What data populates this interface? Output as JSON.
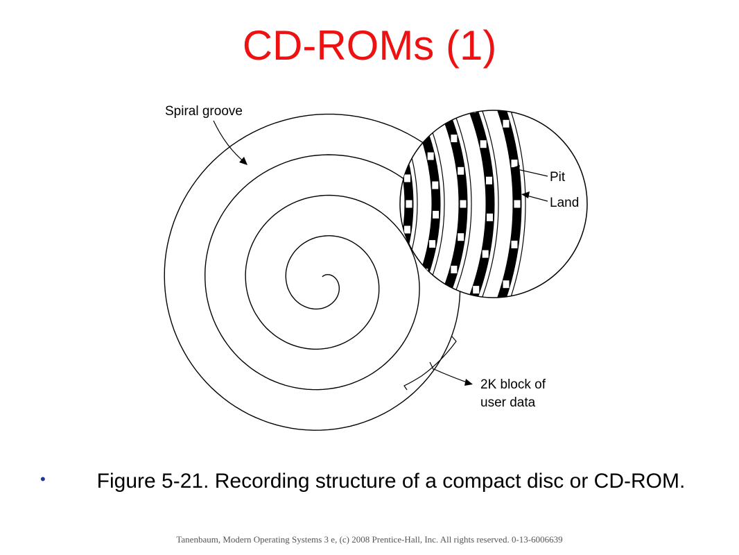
{
  "slide": {
    "title": "CD-ROMs (1)",
    "title_color": "#ee1111",
    "bullet_color": "#1f3a93"
  },
  "diagram": {
    "labels": {
      "spiral_groove": "Spiral groove",
      "pit": "Pit",
      "land": "Land",
      "block_line1": "2K block of",
      "block_line2": "user data"
    }
  },
  "caption": {
    "bullet": "•",
    "text": "Figure 5-21. Recording structure of a compact disc or CD-ROM."
  },
  "footer": {
    "text": "Tanenbaum, Modern Operating Systems 3 e, (c) 2008 Prentice-Hall, Inc. All rights reserved. 0-13-6006639"
  }
}
